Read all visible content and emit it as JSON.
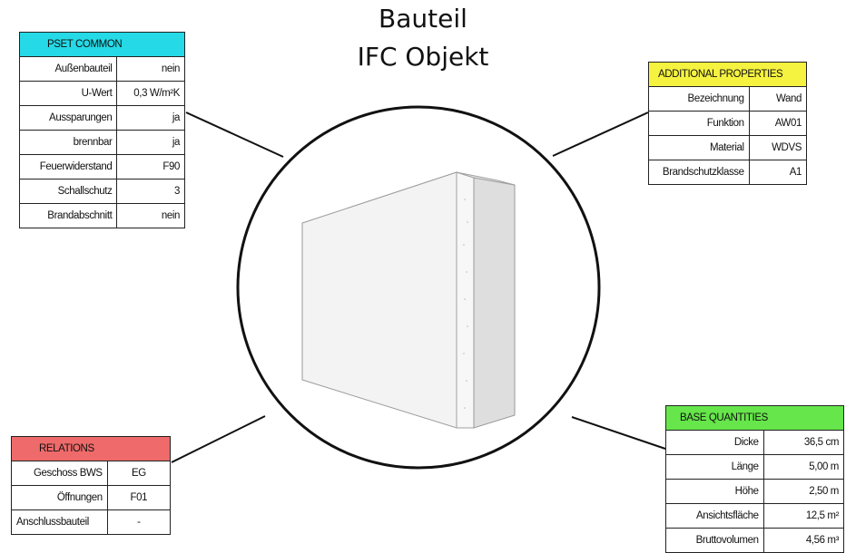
{
  "title": {
    "line1": "Bauteil",
    "line2": "IFC Objekt"
  },
  "pset_common": {
    "header": "PSET COMMON",
    "color": "#25d9e6",
    "rows": [
      [
        "Außenbauteil",
        "nein"
      ],
      [
        "U-Wert",
        "0,3 W/m²K"
      ],
      [
        "Aussparungen",
        "ja"
      ],
      [
        "brennbar",
        "ja"
      ],
      [
        "Feuerwiderstand",
        "F90"
      ],
      [
        "Schallschutz",
        "3"
      ],
      [
        "Brandabschnitt",
        "nein"
      ]
    ]
  },
  "additional_properties": {
    "header": "ADDITIONAL PROPERTIES",
    "color": "#f5f240",
    "rows": [
      [
        "Bezeichnung",
        "Wand"
      ],
      [
        "Funktion",
        "AW01"
      ],
      [
        "Material",
        "WDVS"
      ],
      [
        "Brandschutzklasse",
        "A1"
      ]
    ]
  },
  "relations": {
    "header": "RELATIONS",
    "color": "#ef6a6a",
    "rows": [
      [
        "Geschoss BWS",
        "EG"
      ],
      [
        "Öffnungen",
        "F01"
      ],
      [
        "Anschlussbauteil",
        "-"
      ]
    ]
  },
  "base_quantities": {
    "header": "BASE QUANTITIES",
    "color": "#66e64a",
    "rows": [
      [
        "Dicke",
        "36,5 cm"
      ],
      [
        "Länge",
        "5,00 m"
      ],
      [
        "Höhe",
        "2,50 m"
      ],
      [
        "Ansichtsfläche",
        "12,5 m²"
      ],
      [
        "Bruttovolumen",
        "4,56 m³"
      ]
    ]
  }
}
